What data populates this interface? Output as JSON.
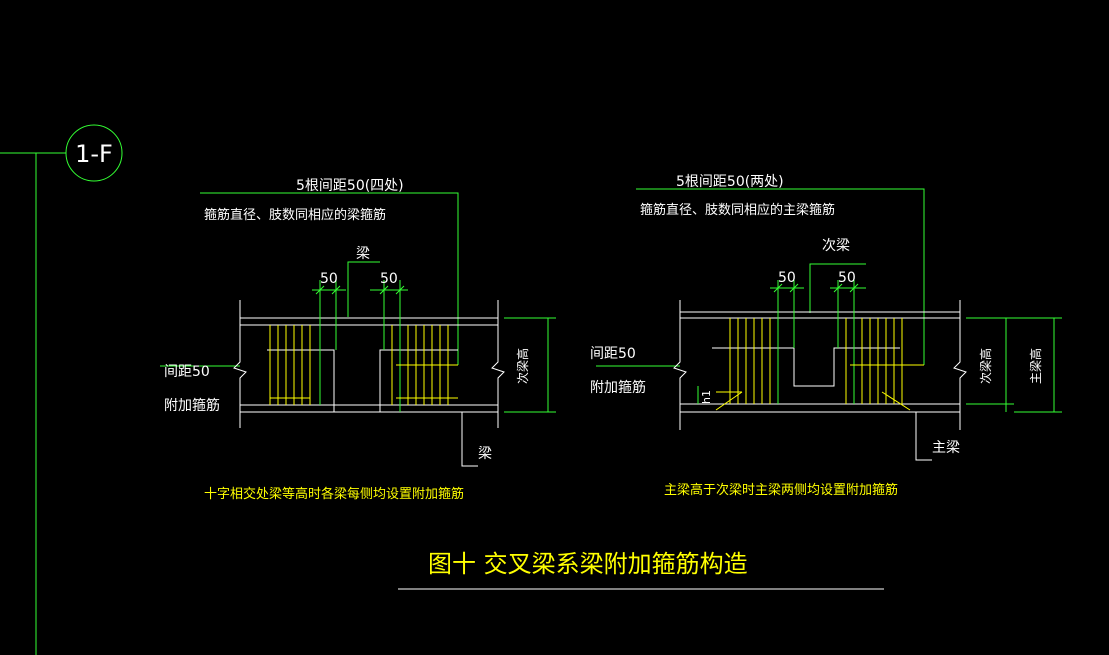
{
  "axis_bubble": "1-F",
  "left_detail": {
    "count_note": "5根间距50(四处)",
    "stirrup_note": "箍筋直径、肢数同相应的梁箍筋",
    "beam_top_label": "梁",
    "dim_left": "50",
    "dim_right": "50",
    "spacing_label": "间距50",
    "extra_label": "附加箍筋",
    "height_label": "次梁高",
    "beam_bottom_label": "梁",
    "caption": "十字相交处梁等高时各梁每侧均设置附加箍筋"
  },
  "right_detail": {
    "count_note": "5根间距50(两处)",
    "stirrup_note": "箍筋直径、肢数同相应的主梁箍筋",
    "beam_top_label": "次梁",
    "dim_left": "50",
    "dim_right": "50",
    "spacing_label": "间距50",
    "extra_label": "附加箍筋",
    "h1_label": "h1",
    "height_label_secondary": "次梁高",
    "height_label_main": "主梁高",
    "beam_bottom_label": "主梁",
    "caption": "主梁高于次梁时主梁两侧均设置附加箍筋"
  },
  "figure_title": "图十  交叉梁系梁附加箍筋构造",
  "colors": {
    "background": "#000000",
    "line_white": "#ffffff",
    "line_yellow": "#ffff00",
    "line_green": "#33ff33"
  }
}
